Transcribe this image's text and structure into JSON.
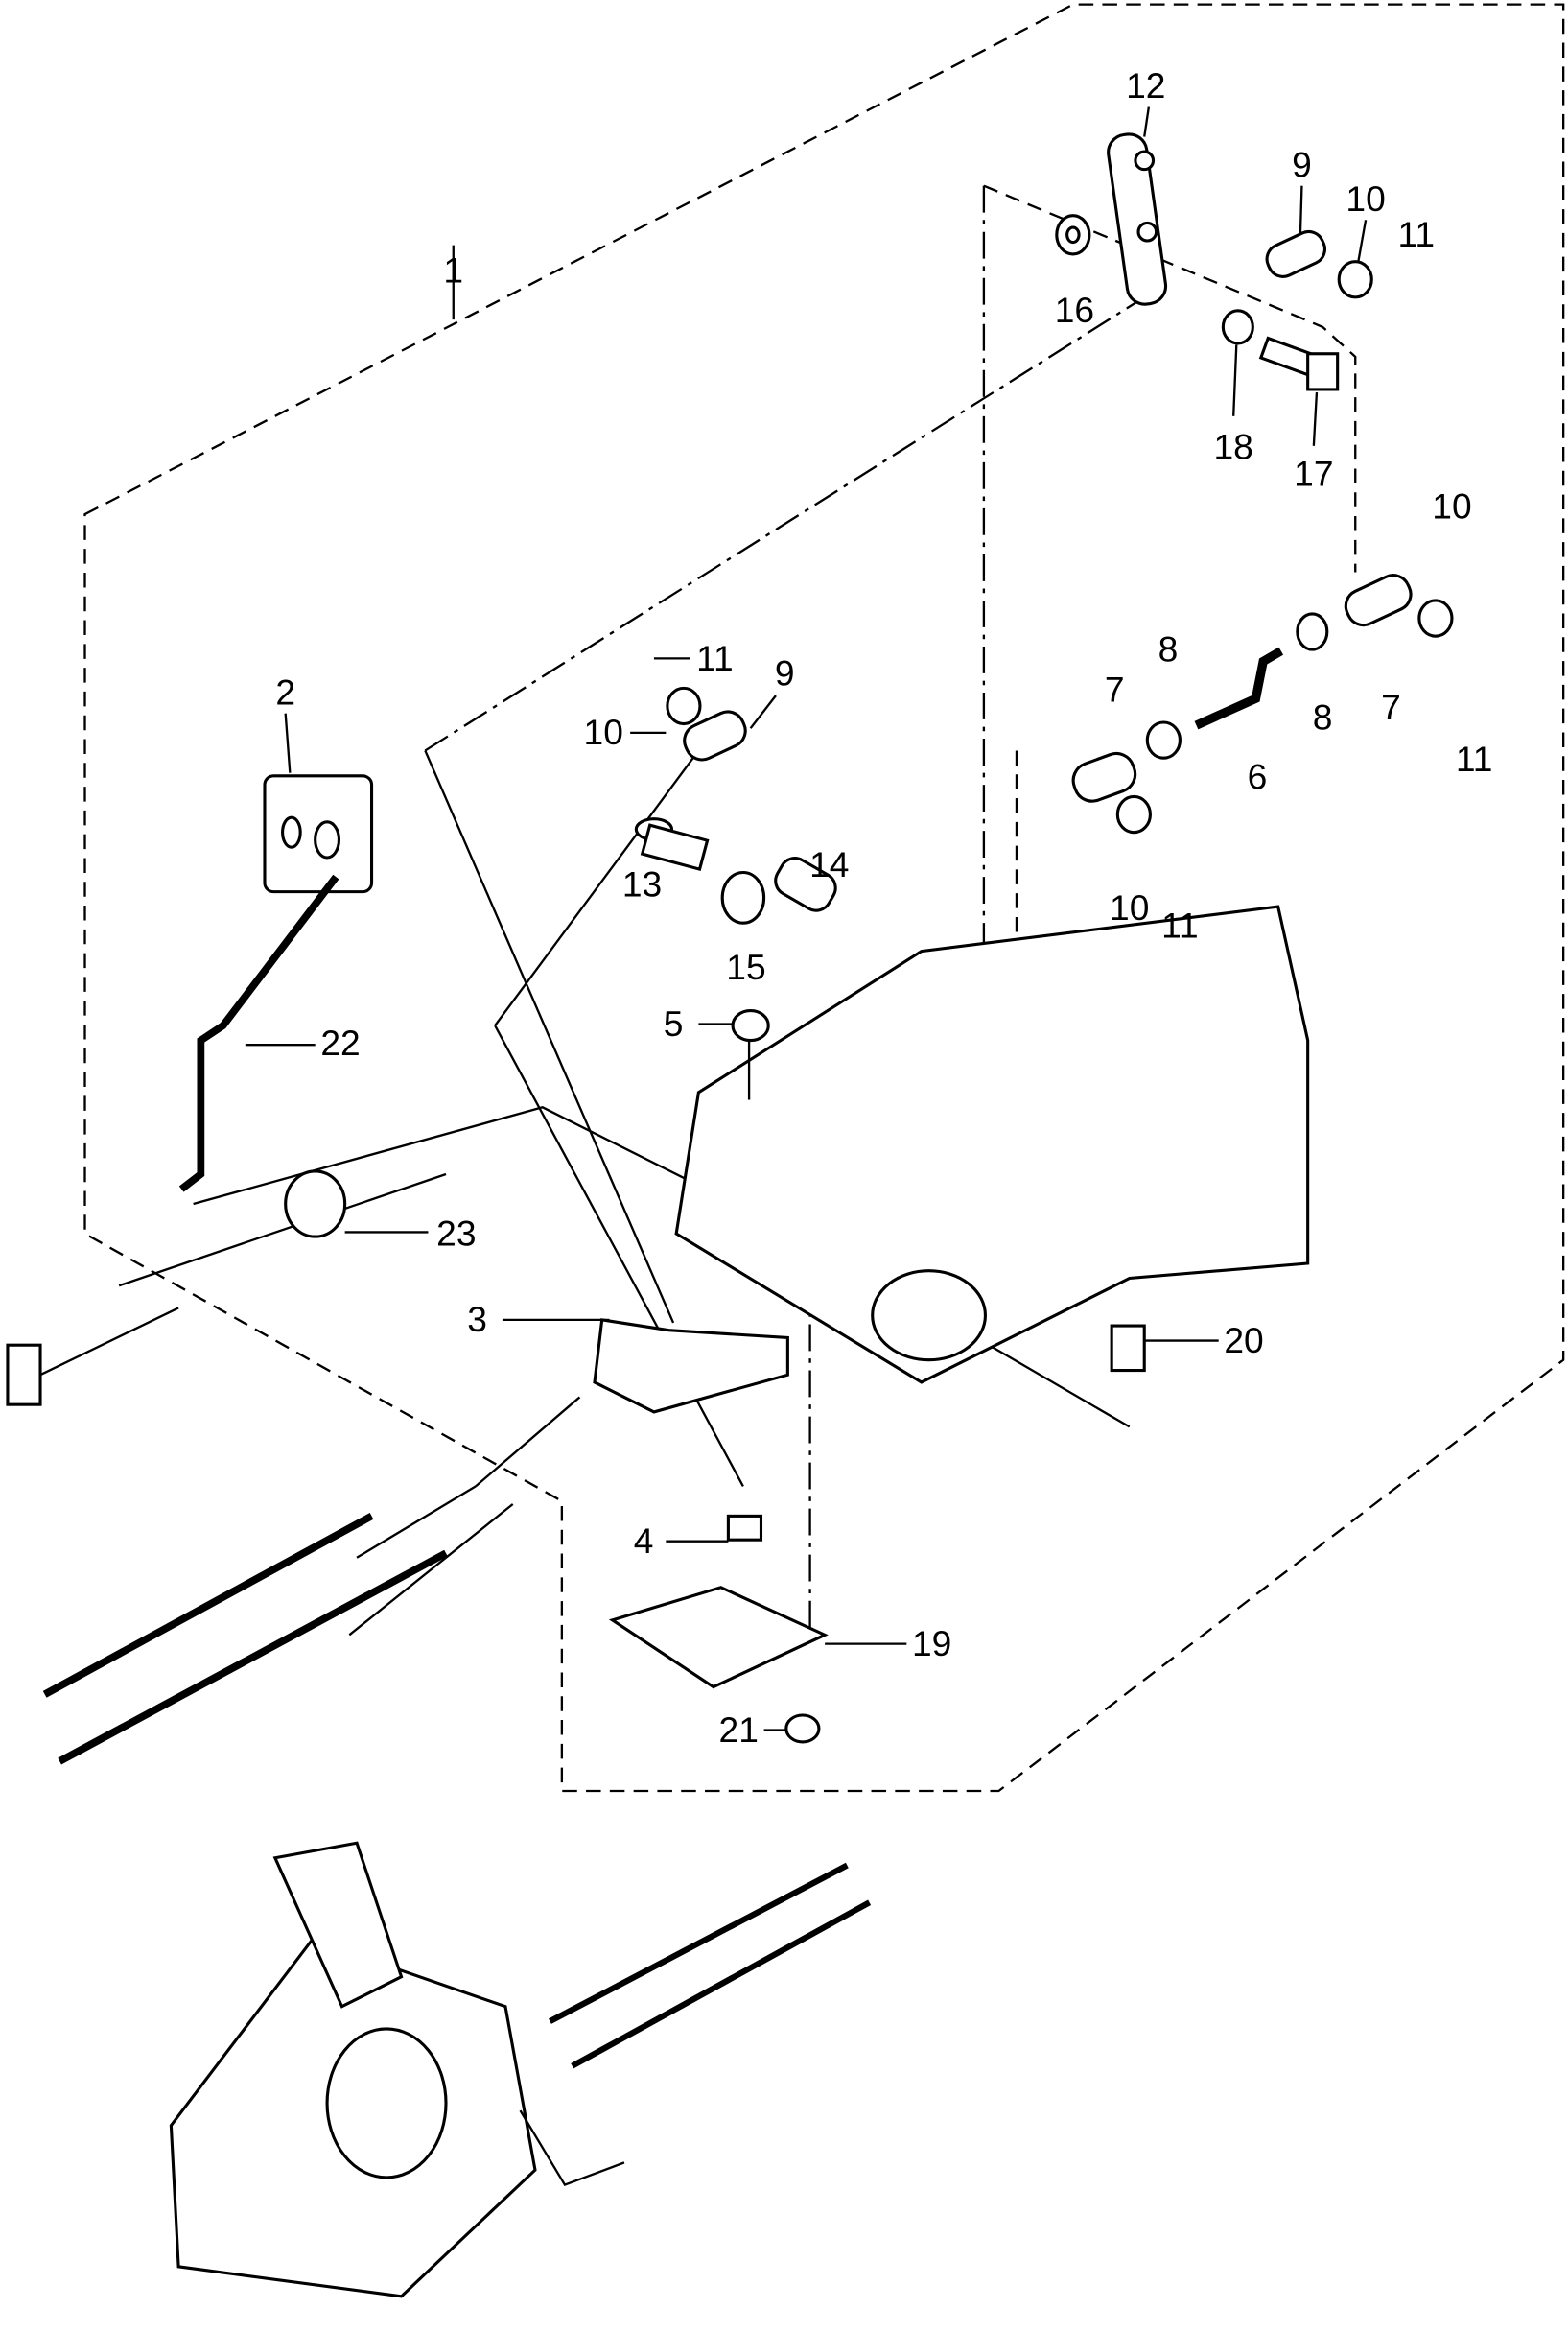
{
  "diagram": {
    "type": "exploded-parts-diagram",
    "background": "#ffffff",
    "ink": "#000000",
    "callouts": [
      {
        "id": "c1",
        "label": "1"
      },
      {
        "id": "c12",
        "label": "12"
      },
      {
        "id": "c9a",
        "label": "9"
      },
      {
        "id": "c10a",
        "label": "10"
      },
      {
        "id": "c11a",
        "label": "11"
      },
      {
        "id": "c16",
        "label": "16"
      },
      {
        "id": "c18",
        "label": "18"
      },
      {
        "id": "c17",
        "label": "17"
      },
      {
        "id": "c10b",
        "label": "10"
      },
      {
        "id": "c2",
        "label": "2"
      },
      {
        "id": "c11b",
        "label": "11"
      },
      {
        "id": "c9b",
        "label": "9"
      },
      {
        "id": "c10c",
        "label": "10"
      },
      {
        "id": "c7a",
        "label": "7"
      },
      {
        "id": "c8a",
        "label": "8"
      },
      {
        "id": "c8b",
        "label": "8"
      },
      {
        "id": "c6",
        "label": "6"
      },
      {
        "id": "c7b",
        "label": "7"
      },
      {
        "id": "c11c",
        "label": "11"
      },
      {
        "id": "c13",
        "label": "13"
      },
      {
        "id": "c14",
        "label": "14"
      },
      {
        "id": "c15",
        "label": "15"
      },
      {
        "id": "c10d",
        "label": "10"
      },
      {
        "id": "c11d",
        "label": "11"
      },
      {
        "id": "c22",
        "label": "22"
      },
      {
        "id": "c5",
        "label": "5"
      },
      {
        "id": "c23",
        "label": "23"
      },
      {
        "id": "c3",
        "label": "3"
      },
      {
        "id": "c20",
        "label": "20"
      },
      {
        "id": "c4",
        "label": "4"
      },
      {
        "id": "c19",
        "label": "19"
      },
      {
        "id": "c21",
        "label": "21"
      }
    ]
  }
}
